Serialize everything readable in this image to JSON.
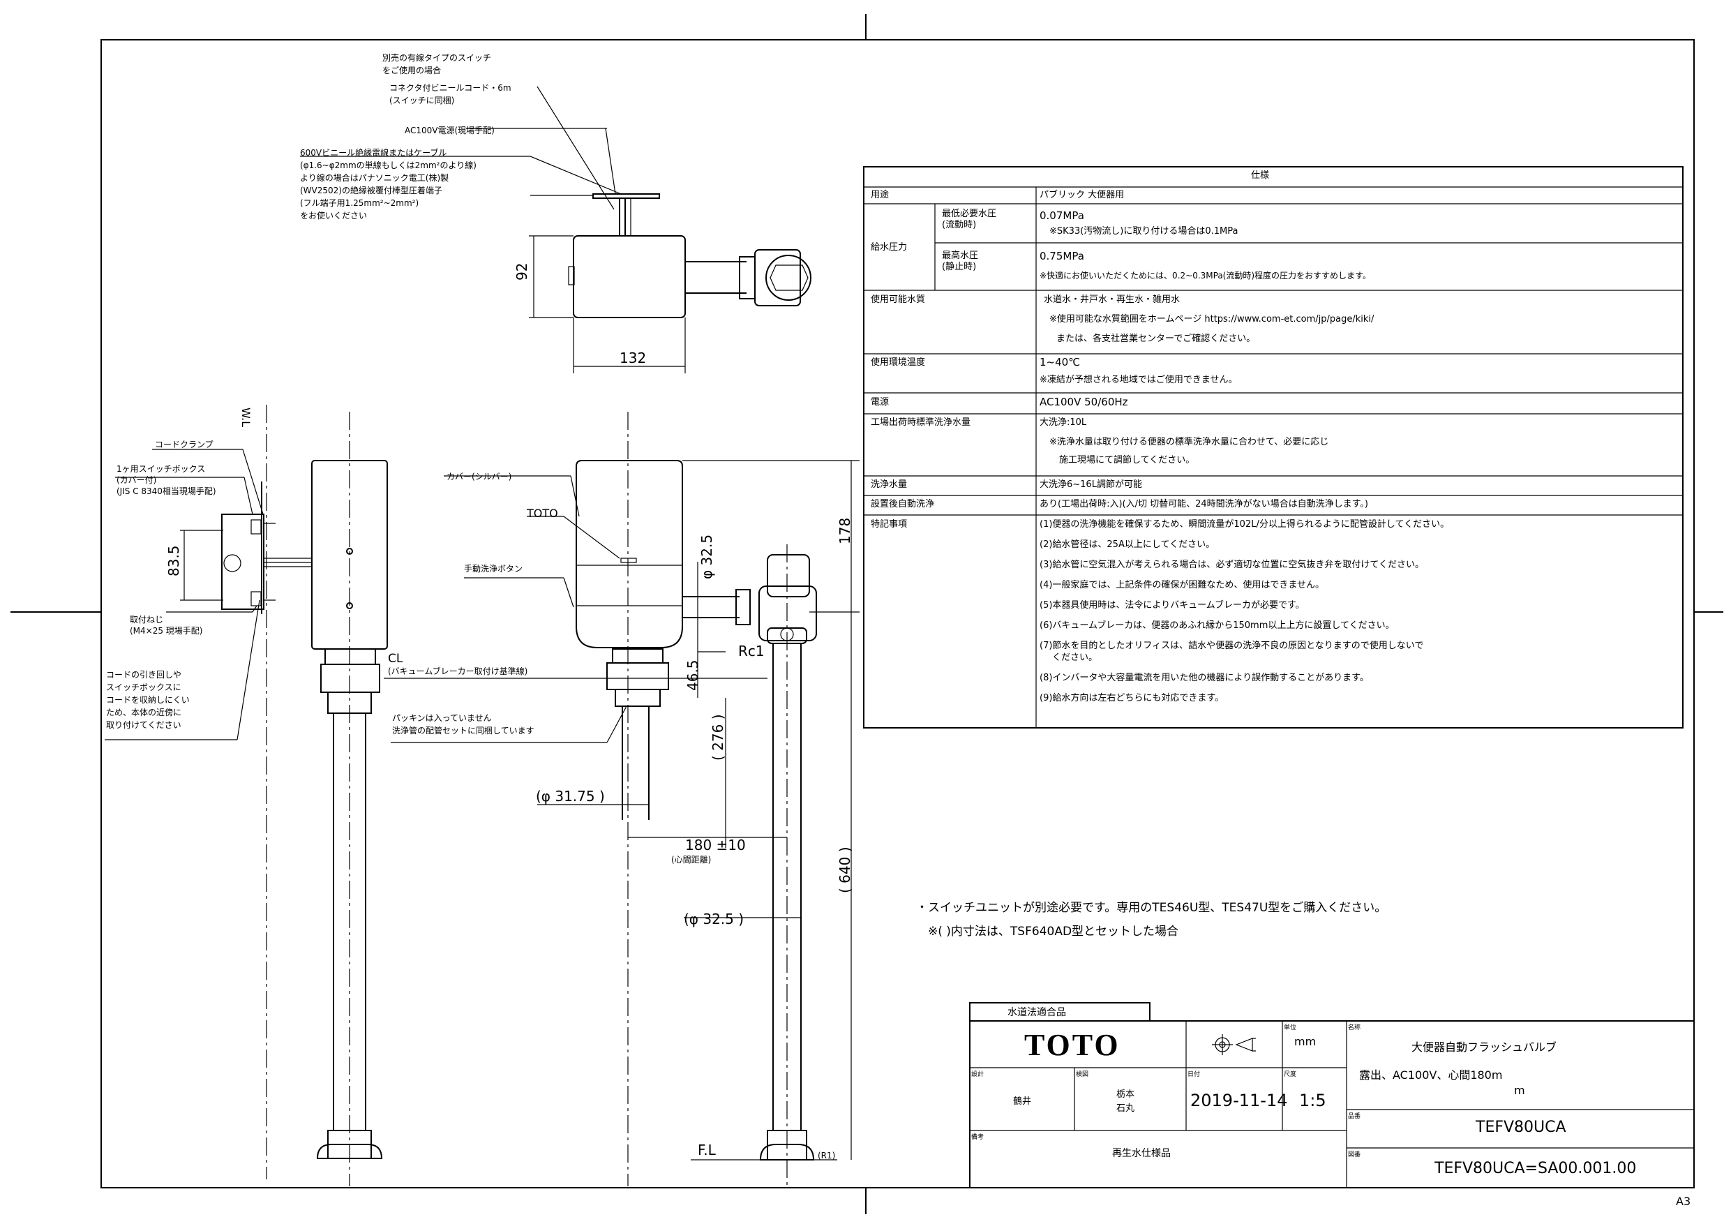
{
  "sheet_size": "A3",
  "side_view_annotations": {
    "switch_note": [
      "別売の有線タイプのスイッチ",
      "をご使用の場合"
    ],
    "cord_note": [
      "コネクタ付ビニールコード・6m",
      "(スイッチに同梱)"
    ],
    "power_note": "AC100V電源(現場手配)",
    "cable_note": [
      "600Vビニール絶縁電線またはケーブル",
      "(φ1.6~φ2mmの単線もしくは2mm²のより線)",
      "より線の場合はパナソニック電工(株)製",
      "(WV2502)の絶縁被覆付棒型圧着端子",
      "(フル端子用1.25mm²~2mm²)",
      "をお使いください"
    ],
    "dim_height": "92",
    "dim_width": "132"
  },
  "left_view_annotations": {
    "wall_mark": "W.L",
    "cord_clamp": "コードクランプ",
    "switch_box": [
      "1ヶ用スイッチボックス",
      "(カバー付)",
      "(JIS C 8340相当現場手配)"
    ],
    "dim_box": "83.5",
    "screw": [
      "取付ねじ",
      "(M4×25 現場手配)"
    ],
    "cord_note": [
      "コードの引き回しや",
      "スイッチボックスに",
      "コードを収納しにくい",
      "ため、本体の近傍に",
      "取り付けてください"
    ]
  },
  "front_view_annotations": {
    "cover": "カバー(シルバー)",
    "brand": "TOTO",
    "manual_button": "手動洗浄ボタン",
    "vacuum_center": [
      "CL",
      "(バキュームブレーカー取付け基準線)"
    ],
    "packing": [
      "パッキンは入っていません",
      "洗浄管の配管セットに同梱しています"
    ],
    "dim_178": "178",
    "dim_dia_325": "φ 32.5",
    "dim_465": "46.5",
    "dim_276": "( 276 )",
    "dim_3175": "(φ 31.75 )",
    "dim_180": "180 ±10",
    "dim_180_note": "(心間距離)",
    "dim_640": "( 640 )",
    "dim_dia_325_pipe": "(φ 32.5 )",
    "rc1": "Rc1",
    "fl": "F.L",
    "r1": "(R1)"
  },
  "spec_table": {
    "title": "仕様",
    "rows": [
      {
        "label": "用途",
        "sub": "",
        "values": [
          "パブリック 大便器用"
        ]
      },
      {
        "label": "給水圧力",
        "sub": "最低必要水圧\n(流動時)",
        "values": [
          "0.07MPa",
          "※SK33(汚物流し)に取り付ける場合は0.1MPa"
        ]
      },
      {
        "label": "",
        "sub": "最高水圧\n(静止時)",
        "values": [
          "0.75MPa",
          "※快適にお使いいただくためには、0.2~0.3MPa(流動時)程度の圧力をおすすめします。"
        ]
      },
      {
        "label": "使用可能水質",
        "sub": "",
        "values": [
          "水道水・井戸水・再生水・雑用水",
          "※使用可能な水質範囲をホームページ https://www.com-et.com/jp/page/kiki/",
          "または、各支社営業センターでご確認ください。"
        ]
      },
      {
        "label": "使用環境温度",
        "sub": "",
        "values": [
          "1~40℃",
          "※凍結が予想される地域ではご使用できません。"
        ]
      },
      {
        "label": "電源",
        "sub": "",
        "values": [
          "AC100V 50/60Hz"
        ]
      },
      {
        "label": "工場出荷時標準洗浄水量",
        "sub": "",
        "values": [
          "大洗浄:10L",
          "※洗浄水量は取り付ける便器の標準洗浄水量に合わせて、必要に応じ",
          "施工現場にて調節してください。"
        ]
      },
      {
        "label": "洗浄水量",
        "sub": "",
        "values": [
          "大洗浄6~16L調節が可能"
        ]
      },
      {
        "label": "設置後自動洗浄",
        "sub": "",
        "values": [
          "あり(工場出荷時:入)(入/切 切替可能、24時間洗浄がない場合は自動洗浄します。)"
        ]
      },
      {
        "label": "特記事項",
        "sub": "",
        "values": [
          "(1)便器の洗浄機能を確保するため、瞬間流量が102L/分以上得られるように配管設計してください。",
          "(2)給水管径は、25A以上にしてください。",
          "(3)給水管に空気混入が考えられる場合は、必ず適切な位置に空気抜き弁を取付けてください。",
          "(4)一般家庭では、上記条件の確保が困難なため、使用はできません。",
          "(5)本器具使用時は、法令によりバキュームブレーカが必要です。",
          "(6)バキュームブレーカは、便器のあふれ縁から150mm以上上方に設置してください。",
          "(7)節水を目的としたオリフィスは、詰水や便器の洗浄不良の原因となりますので使用しないで",
          "ください。",
          "(8)インバータや大容量電流を用いた他の機器により誤作動することがあります。",
          "(9)給水方向は左右どちらにも対応できます。"
        ]
      }
    ]
  },
  "notes": [
    "・スイッチユニットが別途必要です。専用のTES46U型、TES47U型をご購入ください。",
    "※( )内寸法は、TSF640AD型とセットした場合"
  ],
  "title_block": {
    "compliance": "水道法適合品",
    "brand": "TOTO",
    "unit_label": "単位",
    "unit": "mm",
    "name_label": "名称",
    "name": "大便器自動フラッシュバルブ",
    "subtitle_line1": "露出、AC100V、心間180m",
    "subtitle_line2": "m",
    "designer_label": "設計",
    "designer": "鶴井",
    "checker_label": "検図",
    "checker": [
      "栃本",
      "石丸"
    ],
    "date_label": "日付",
    "date": "2019-11-14",
    "scale_label": "尺度",
    "scale": "1:5",
    "model_label": "品番",
    "model": "TEFV80UCA",
    "remarks_label": "備考",
    "remarks": "再生水仕様品",
    "drawing_no_label": "図番",
    "drawing_no": "TEFV80UCA=SA00.001.00"
  }
}
